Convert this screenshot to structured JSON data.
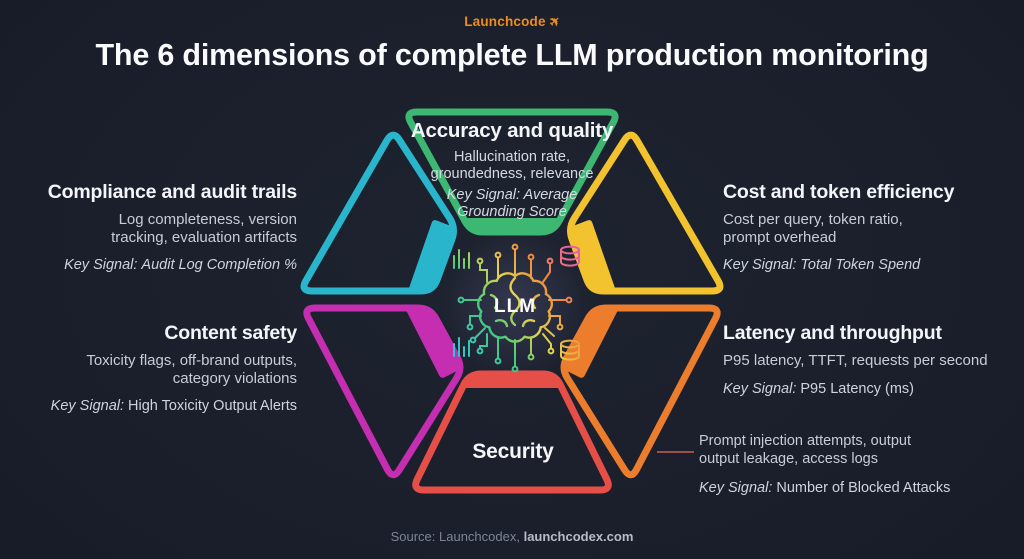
{
  "logo": {
    "text": "Launchcode",
    "color": "#ee8d1d"
  },
  "title": "The 6 dimensions of complete LLM production monitoring",
  "center": {
    "label": "LLM"
  },
  "segments": {
    "accuracy": {
      "title": "Accuracy and quality",
      "body_lines": [
        "Hallucination rate,",
        "groundedness, relevance"
      ],
      "key_lines": [
        "Key Signal: Average",
        "Grounding Score"
      ],
      "color": "#3cb873"
    },
    "compliance": {
      "title": "Compliance and audit trails",
      "body_lines": [
        "Log completeness, version",
        "tracking, evaluation artifacts"
      ],
      "key_label": "Key Signal:",
      "key_value": "Audit Log Completion %",
      "color": "#29b6cd"
    },
    "cost": {
      "title": "Cost and token efficiency",
      "body_lines": [
        "Cost per query, token ratio,",
        "prompt overhead"
      ],
      "key_label": "Key Signal:",
      "key_value": "Total Token Spend",
      "color": "#f2c32f"
    },
    "content_safety": {
      "title": "Content safety",
      "body_lines": [
        "Toxicity flags, off-brand outputs,",
        "category violations"
      ],
      "key_label": "Key Signal:",
      "key_value": "High Toxicity Output Alerts",
      "color": "#c62eb1"
    },
    "latency": {
      "title": "Latency and throughput",
      "body_lines": [
        "P95 latency, TTFT, requests per second"
      ],
      "key_label": "Key Signal:",
      "key_value": "P95 Latency (ms)",
      "color": "#ec7d2d"
    },
    "security": {
      "title": "Security",
      "body_lines": [
        "Prompt injection attempts, output",
        "output leakage, access logs"
      ],
      "key_label": "Key Signal:",
      "key_value": "Number of Blocked Attacks",
      "color": "#e64e48",
      "connector_color": "#b5544e"
    }
  },
  "footer": {
    "prefix": "Source: Launchcodex, ",
    "bold": "launchcodex.com"
  }
}
